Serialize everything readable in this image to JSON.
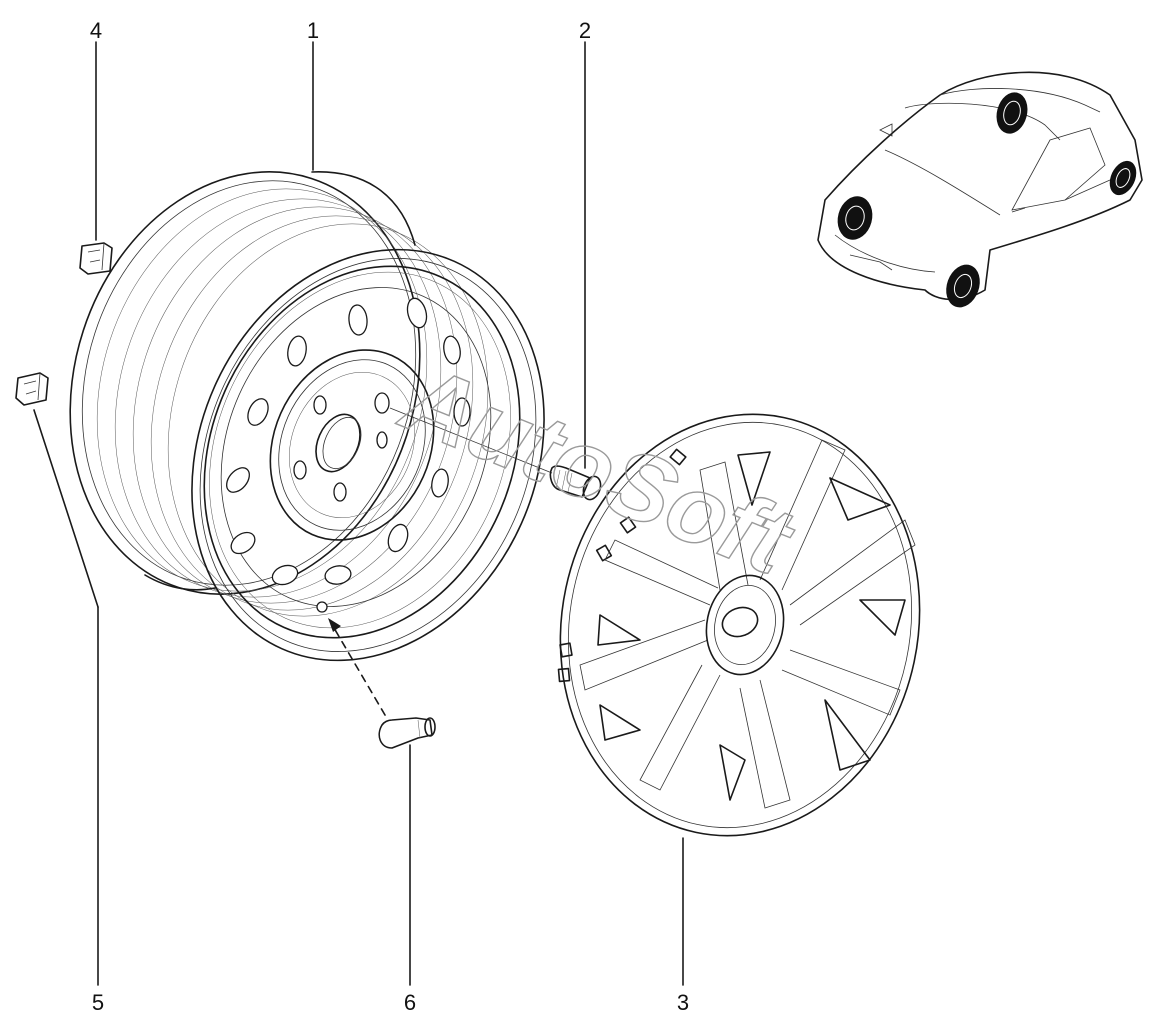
{
  "callouts": {
    "c1": "1",
    "c2": "2",
    "c3": "3",
    "c4": "4",
    "c5": "5",
    "c6": "6"
  },
  "watermark": "AutoSoft",
  "colors": {
    "line": "#1a1a1a",
    "background": "#ffffff",
    "watermark": "#9a9a9a"
  },
  "icons": {
    "wheel": "steel-wheel-rim",
    "bolt": "wheel-bolt",
    "hubcap": "wheel-cover",
    "weight": "balance-weight",
    "valve": "tire-valve",
    "car": "car-locator"
  }
}
